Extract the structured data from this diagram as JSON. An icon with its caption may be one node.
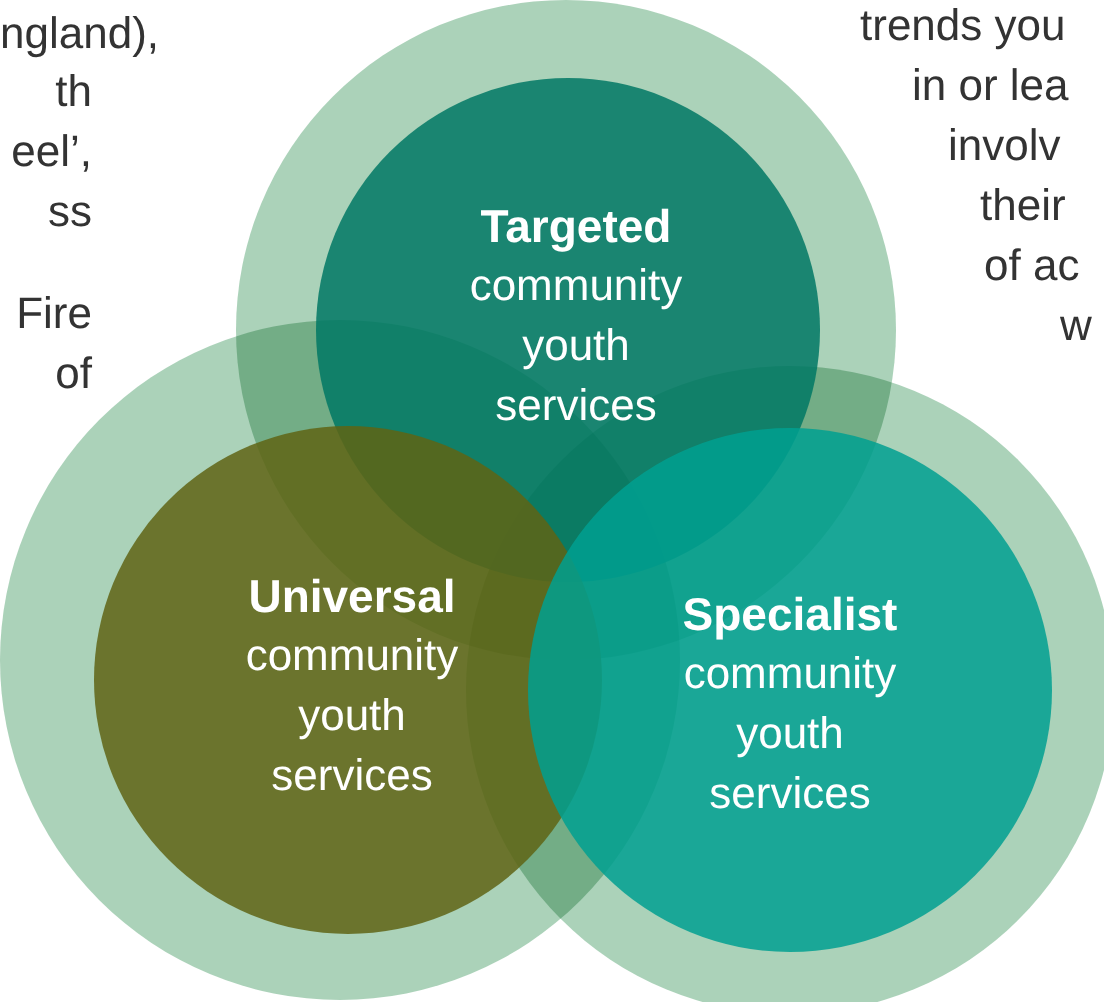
{
  "diagram": {
    "nodes": [
      {
        "text": [
          "Targeted",
          "community youth services"
        ]
      },
      {
        "text": [
          "Universal",
          "community youth services"
        ]
      },
      {
        "text": [
          "Specialist",
          "community youth services"
        ]
      }
    ],
    "edges": [],
    "labels": [
      "ngland),",
      "th",
      "eel’,",
      "ss",
      "Fire",
      "of",
      "trends you",
      "in or lea",
      "involv",
      "their",
      "of ac",
      "w"
    ]
  }
}
